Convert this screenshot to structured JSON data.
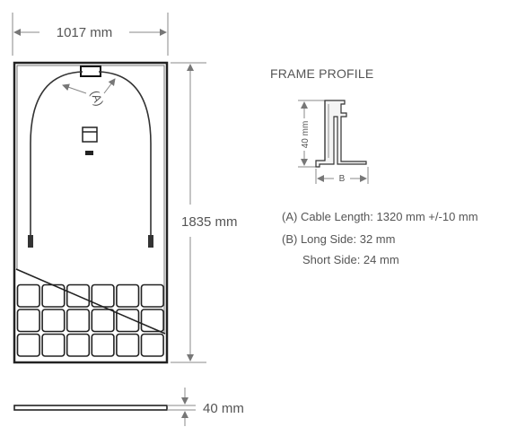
{
  "dimensions": {
    "width": "1017 mm",
    "height": "1835 mm",
    "thickness": "40 mm"
  },
  "cable_label": "(A)",
  "frame_profile": {
    "title": "FRAME PROFILE",
    "height_label": "40 mm",
    "width_label": "B"
  },
  "notes": [
    "(A) Cable Length: 1320 mm +/-10 mm",
    "(B) Long Side: 32 mm",
    "Short Side: 24 mm"
  ]
}
